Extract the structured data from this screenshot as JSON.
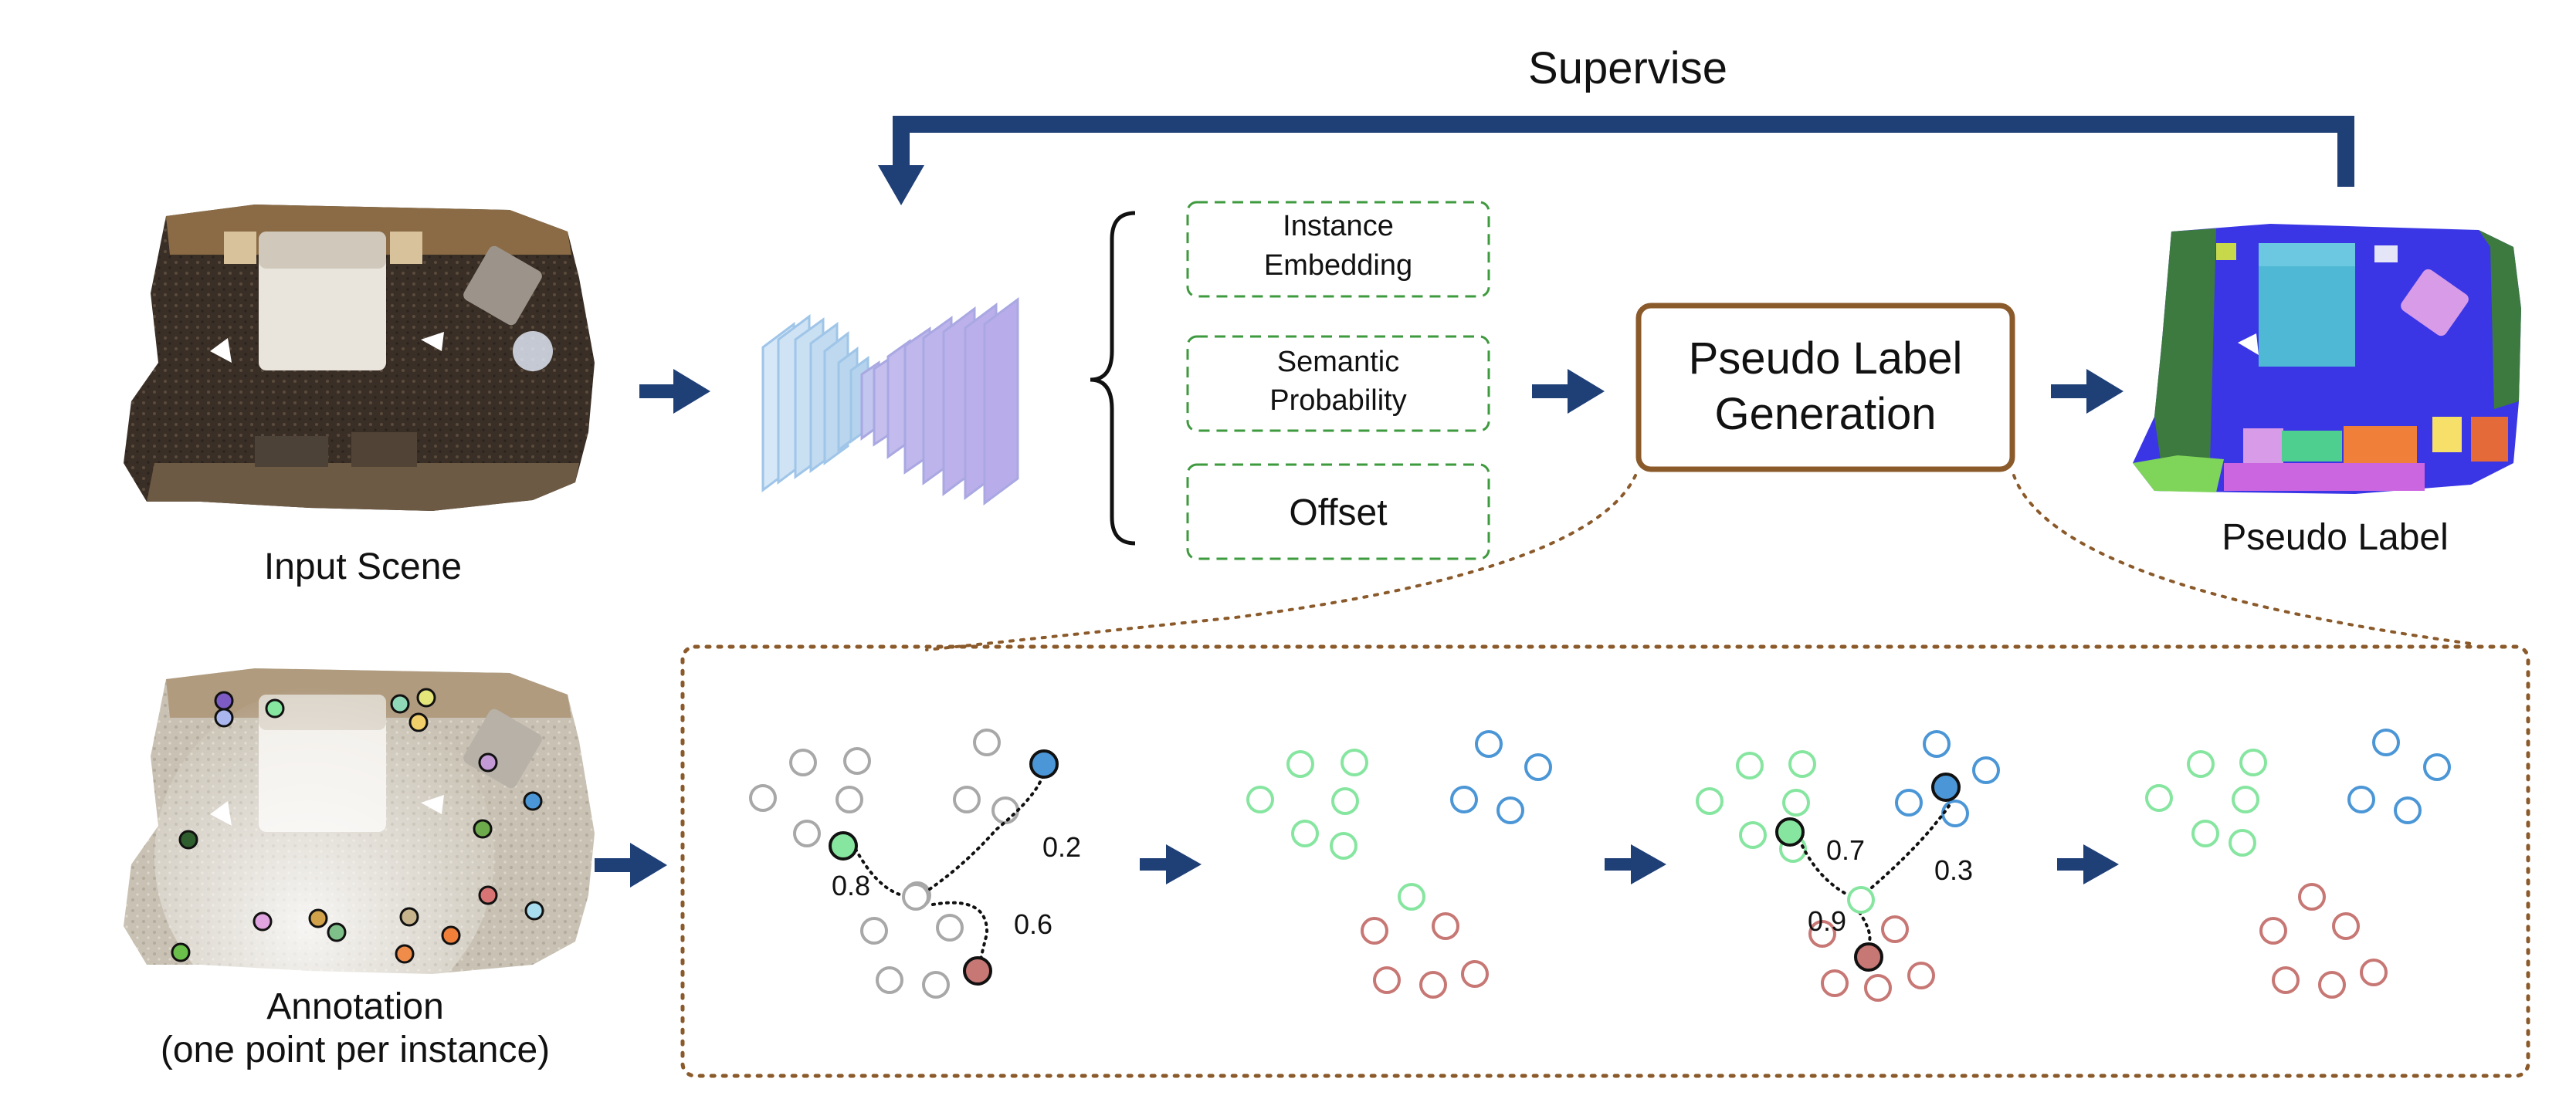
{
  "colors": {
    "arrow": "#1F3F77",
    "box_border": "#8B5A2B",
    "dashed_green": "#3E9A3E",
    "gray": "#A8A8A8",
    "green": "#86E6A0",
    "blue": "#4B96D6",
    "red": "#C77774",
    "backbone_blue": "#B9D9F2",
    "backbone_purple": "#BDB2EC"
  },
  "labels": {
    "supervise": "Supervise",
    "input_scene": "Input Scene",
    "pseudo_label": "Pseudo Label",
    "annotation_line1": "Annotation",
    "annotation_line2": "(one point per instance)"
  },
  "outputs": {
    "instance_line1": "Instance",
    "instance_line2": "Embedding",
    "semantic_line1": "Semantic",
    "semantic_line2": "Probability",
    "offset": "Offset"
  },
  "generation": {
    "line1": "Pseudo Label",
    "line2": "Generation"
  },
  "scores": {
    "step1_green": "0.8",
    "step1_blue": "0.2",
    "step1_red": "0.6",
    "step3_green": "0.7",
    "step3_blue": "0.3",
    "step3_red": "0.9"
  },
  "icons": {
    "scene": "room-pointcloud-icon",
    "annotated_scene": "annotated-room-icon",
    "labeled_scene": "colored-room-icon",
    "network": "backbone-network-icon"
  }
}
